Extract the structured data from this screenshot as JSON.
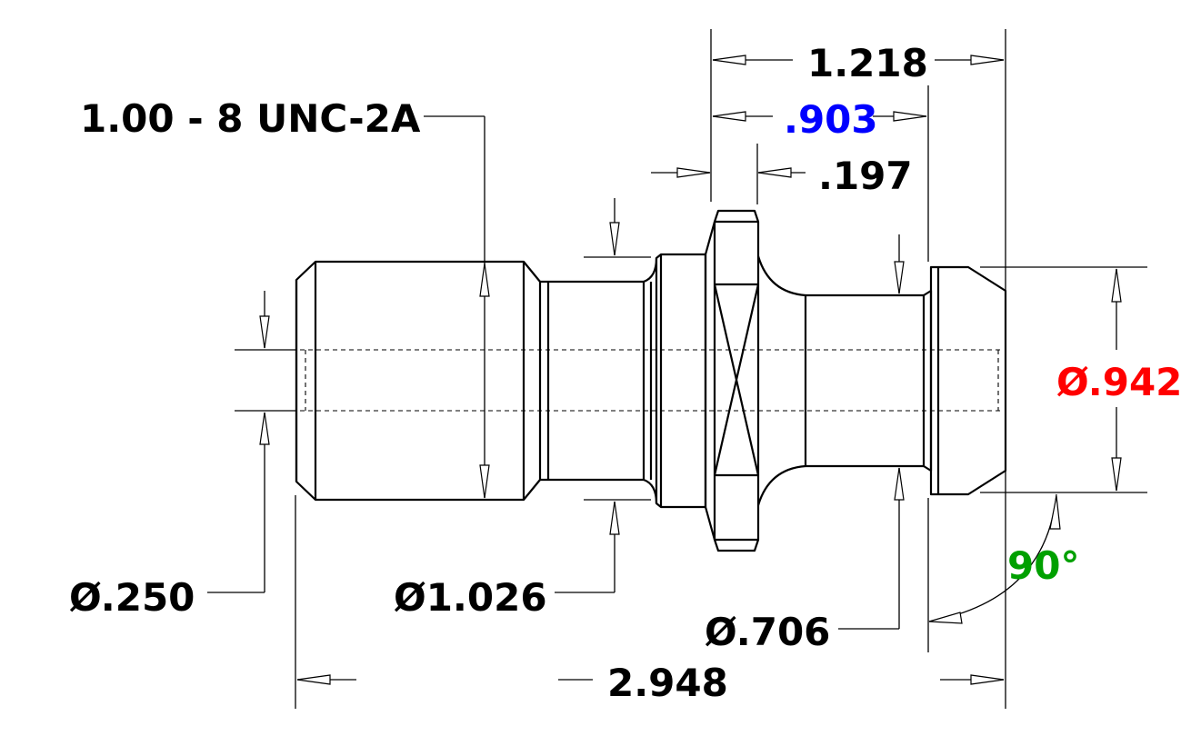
{
  "drawing": {
    "labels": {
      "thread": "1.00 - 8 UNC-2A",
      "len_1218": "1.218",
      "len_903": ".903",
      "len_197": ".197",
      "dia_942": "Ø.942",
      "angle_90": "90°",
      "dia_250": "Ø.250",
      "dia_1026": "Ø1.026",
      "dia_706": "Ø.706",
      "len_2948": "2.948"
    },
    "colors": {
      "default": "#000000",
      "dia_942": "#ff0000",
      "len_903": "#0000ff",
      "angle_90": "#00a000"
    }
  }
}
